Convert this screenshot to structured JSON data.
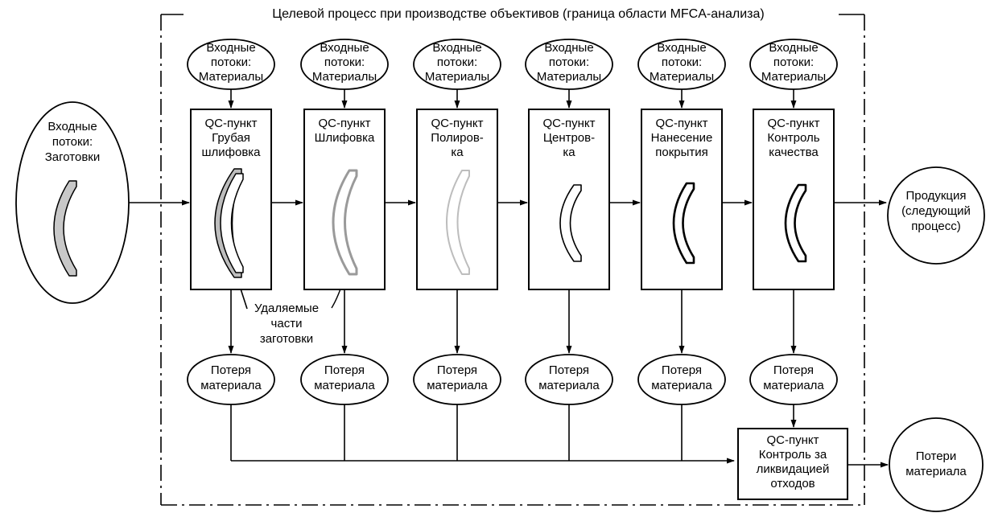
{
  "boundary": {
    "title": "Целевой процесс при производстве объективов (граница области MFCA-анализа)"
  },
  "input_blanks": {
    "lines": [
      "Входные",
      "потоки:",
      "Заготовки"
    ]
  },
  "input_materials": {
    "lines": [
      "Входные",
      "потоки:",
      "Материалы"
    ]
  },
  "qc_points": [
    {
      "lines": [
        "QC-пункт",
        "Грубая",
        "шлифовка"
      ],
      "lens": "rough"
    },
    {
      "lines": [
        "QC-пункт",
        "Шлифовка"
      ],
      "lens": "grind"
    },
    {
      "lines": [
        "QC-пункт",
        "Полиров-",
        "ка"
      ],
      "lens": "polish"
    },
    {
      "lines": [
        "QC-пункт",
        "Центров-",
        "ка"
      ],
      "lens": "center"
    },
    {
      "lines": [
        "QC-пункт",
        "Нанесение",
        "покрытия"
      ],
      "lens": "coat"
    },
    {
      "lines": [
        "QC-пункт",
        "Контроль",
        "качества"
      ],
      "lens": "inspect"
    }
  ],
  "material_loss": {
    "lines": [
      "Потеря",
      "материала"
    ]
  },
  "removed_parts": {
    "lines": [
      "Удаляемые",
      "части",
      "заготовки"
    ]
  },
  "waste_control": {
    "lines": [
      "QC-пункт",
      "Контроль за",
      "ликвидацией",
      "отходов"
    ]
  },
  "product_output": {
    "lines": [
      "Продукция",
      "(следующий",
      "процесс)"
    ]
  },
  "loss_output": {
    "lines": [
      "Потери",
      "материала"
    ]
  },
  "colors": {
    "line": "#000000",
    "blank_fill": "#c8c8c8",
    "lens_grey": "#9a9a9a",
    "lens_light": "#bdbdbd"
  }
}
